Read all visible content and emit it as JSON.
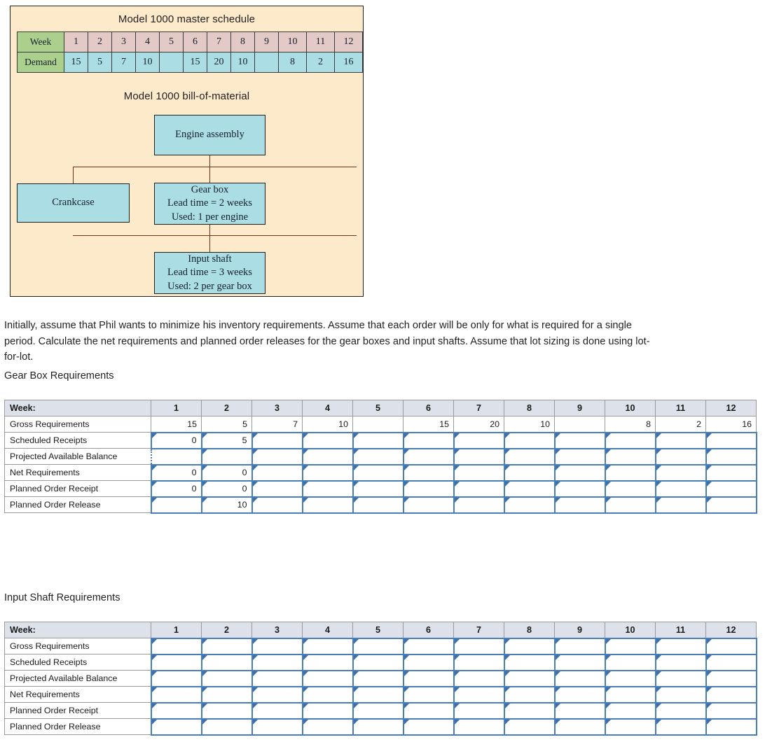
{
  "figure": {
    "master_schedule_title": "Model 1000 master schedule",
    "bom_title": "Model 1000 bill-of-material",
    "master_schedule": {
      "row_labels": [
        "Week",
        "Demand"
      ],
      "weeks": [
        "1",
        "2",
        "3",
        "4",
        "5",
        "6",
        "7",
        "8",
        "9",
        "10",
        "11",
        "12"
      ],
      "demand": [
        "15",
        "5",
        "7",
        "10",
        "",
        "15",
        "20",
        "10",
        "",
        "8",
        "2",
        "16"
      ]
    },
    "bom_nodes": {
      "engine": {
        "line1": "Engine assembly"
      },
      "crankcase": {
        "line1": "Crankcase"
      },
      "gearbox": {
        "line1": "Gear box",
        "line2": "Lead time = 2 weeks",
        "line3": "Used: 1 per engine"
      },
      "input_shaft": {
        "line1": "Input shaft",
        "line2": "Lead time = 3 weeks",
        "line3": "Used: 2 per gear box"
      }
    },
    "colors": {
      "panel_background": "#fdeacb",
      "box_fill": "#aadde4",
      "label_fill": "#abd08d",
      "week_fill": "#e3cac6",
      "connector": "#6e3417"
    }
  },
  "prompt": "Initially, assume that Phil wants to minimize his inventory requirements. Assume that each order will be only for what is required for a single period. Calculate the net requirements and planned order releases for the gear boxes and input shafts. Assume that lot sizing is done using lot-for-lot.",
  "gear_box": {
    "heading": "Gear Box Requirements",
    "header_label": "Week:",
    "weeks": [
      "1",
      "2",
      "3",
      "4",
      "5",
      "6",
      "7",
      "8",
      "9",
      "10",
      "11",
      "12"
    ],
    "rows": [
      {
        "label": "Gross Requirements",
        "editable": false,
        "values": [
          "15",
          "5",
          "7",
          "10",
          "",
          "15",
          "20",
          "10",
          "",
          "8",
          "2",
          "16"
        ]
      },
      {
        "label": "Scheduled Receipts",
        "editable": true,
        "values": [
          "0",
          "5",
          "",
          "",
          "",
          "",
          "",
          "",
          "",
          "",
          "",
          ""
        ]
      },
      {
        "label": "Projected Available Balance",
        "editable": true,
        "selected_index": 0,
        "values": [
          "",
          "",
          "",
          "",
          "",
          "",
          "",
          "",
          "",
          "",
          "",
          ""
        ]
      },
      {
        "label": "Net Requirements",
        "editable": true,
        "values": [
          "0",
          "0",
          "",
          "",
          "",
          "",
          "",
          "",
          "",
          "",
          "",
          ""
        ]
      },
      {
        "label": "Planned Order Receipt",
        "editable": true,
        "values": [
          "0",
          "0",
          "",
          "",
          "",
          "",
          "",
          "",
          "",
          "",
          "",
          ""
        ]
      },
      {
        "label": "Planned Order Release",
        "editable": true,
        "values": [
          "",
          "10",
          "",
          "",
          "",
          "",
          "",
          "",
          "",
          "",
          "",
          ""
        ]
      }
    ]
  },
  "input_shaft": {
    "heading": "Input Shaft Requirements",
    "header_label": "Week:",
    "weeks": [
      "1",
      "2",
      "3",
      "4",
      "5",
      "6",
      "7",
      "8",
      "9",
      "10",
      "11",
      "12"
    ],
    "rows": [
      {
        "label": "Gross Requirements",
        "editable": true,
        "values": [
          "",
          "",
          "",
          "",
          "",
          "",
          "",
          "",
          "",
          "",
          "",
          ""
        ]
      },
      {
        "label": "Scheduled Receipts",
        "editable": true,
        "values": [
          "",
          "",
          "",
          "",
          "",
          "",
          "",
          "",
          "",
          "",
          "",
          ""
        ]
      },
      {
        "label": "Projected Available Balance",
        "editable": true,
        "values": [
          "",
          "",
          "",
          "",
          "",
          "",
          "",
          "",
          "",
          "",
          "",
          ""
        ]
      },
      {
        "label": "Net Requirements",
        "editable": true,
        "values": [
          "",
          "",
          "",
          "",
          "",
          "",
          "",
          "",
          "",
          "",
          "",
          ""
        ]
      },
      {
        "label": "Planned Order Receipt",
        "editable": true,
        "values": [
          "",
          "",
          "",
          "",
          "",
          "",
          "",
          "",
          "",
          "",
          "",
          ""
        ]
      },
      {
        "label": "Planned Order Release",
        "editable": true,
        "values": [
          "",
          "",
          "",
          "",
          "",
          "",
          "",
          "",
          "",
          "",
          "",
          ""
        ]
      }
    ]
  },
  "theme": {
    "header_fill": "#dde2ea",
    "input_border": "#4a7ebb",
    "grid_line": "#9a9a9a"
  }
}
